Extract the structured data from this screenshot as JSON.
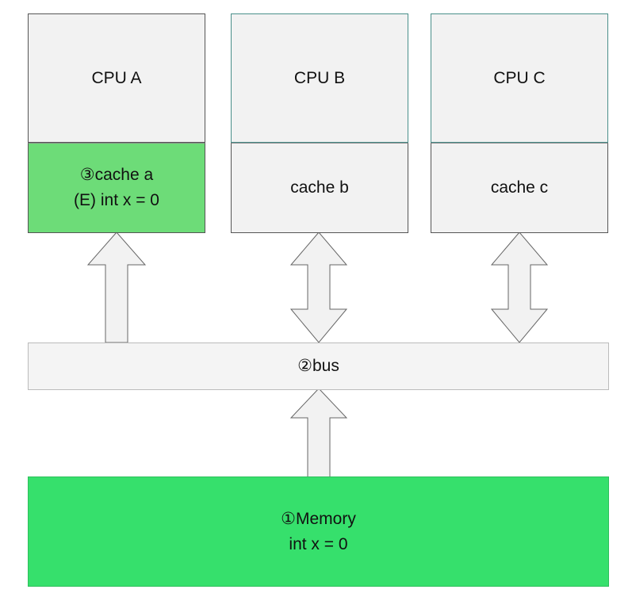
{
  "cpus": {
    "a": {
      "label": "CPU A"
    },
    "b": {
      "label": "CPU B"
    },
    "c": {
      "label": "CPU C"
    }
  },
  "caches": {
    "a": {
      "line1": "③cache a",
      "line2": "(E) int x = 0",
      "state_color": "#6ddc78"
    },
    "b": {
      "line1": "cache b"
    },
    "c": {
      "line1": "cache c"
    }
  },
  "bus": {
    "label": "②bus"
  },
  "memory": {
    "line1": "①Memory",
    "line2": "int x = 0",
    "color": "#36e06c"
  }
}
